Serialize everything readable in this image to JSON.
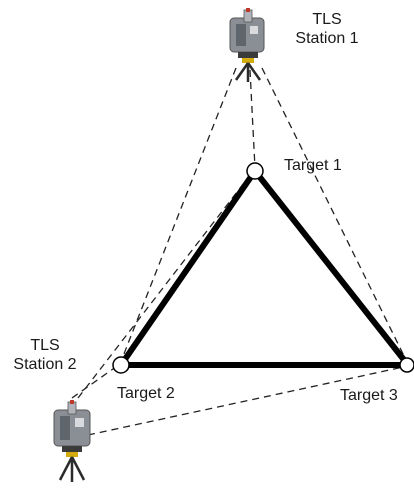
{
  "labels": {
    "station1_line1": "TLS",
    "station1_line2": "Station 1",
    "station2_line1": "TLS",
    "station2_line2": "Station 2",
    "target1": "Target 1",
    "target2": "Target 2",
    "target3": "Target 3"
  },
  "icons": {
    "scanner": "laser-scanner-on-tripod-icon",
    "target": "target-circle-icon"
  },
  "colors": {
    "triangle": "#000000",
    "sight_lines": "#222222",
    "scanner_body": "#8a8f96",
    "scanner_accent": "#c0392b",
    "tripod": "#2b2b2b",
    "target_fill": "#ffffff"
  }
}
